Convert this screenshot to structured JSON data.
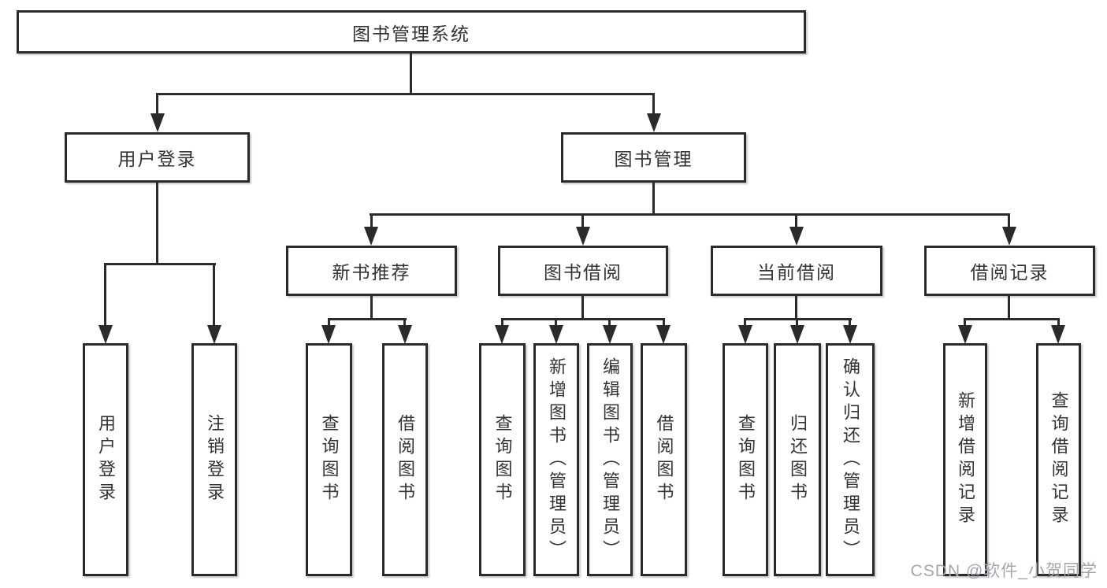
{
  "tree": {
    "root": {
      "label": "图书管理系统"
    },
    "branches": [
      {
        "label": "用户登录",
        "children": [
          {
            "label": "用户登录"
          },
          {
            "label": "注销登录"
          }
        ]
      },
      {
        "label": "图书管理",
        "children": [
          {
            "label": "新书推荐",
            "children": [
              {
                "label": "查询图书"
              },
              {
                "label": "借阅图书"
              }
            ]
          },
          {
            "label": "图书借阅",
            "children": [
              {
                "label": "查询图书"
              },
              {
                "label": "新增图书（管理员）"
              },
              {
                "label": "编辑图书（管理员）"
              },
              {
                "label": "借阅图书"
              }
            ]
          },
          {
            "label": "当前借阅",
            "children": [
              {
                "label": "查询图书"
              },
              {
                "label": "归还图书"
              },
              {
                "label": "确认归还（管理员）"
              }
            ]
          },
          {
            "label": "借阅记录",
            "children": [
              {
                "label": "新增借阅记录"
              },
              {
                "label": "查询借阅记录"
              }
            ]
          }
        ]
      }
    ]
  },
  "watermark": {
    "text": "CSDN @软件_小贺同学"
  },
  "colors": {
    "line": "#2b2b2b",
    "box_border": "#2b2b2b",
    "box_fill": "#ffffff",
    "text": "#333333",
    "watermark": "#a2a7ad",
    "background": "#ffffff"
  }
}
